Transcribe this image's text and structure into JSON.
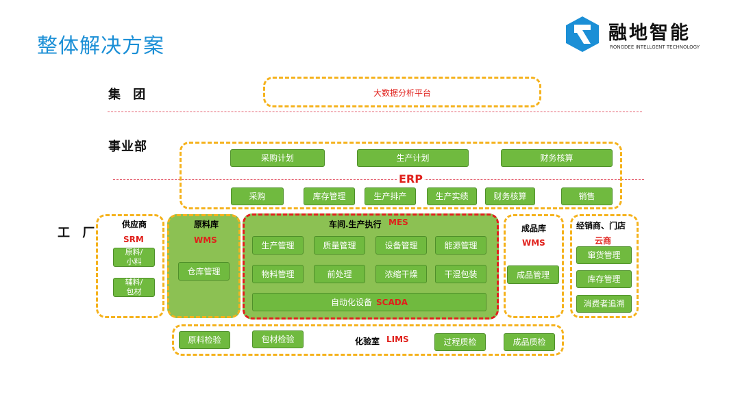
{
  "title": "整体解决方案",
  "logo": {
    "name": "融地智能",
    "subtitle": "RONGDEE INTELLGENT TECHNOLOGY",
    "color": "#1b8fd6"
  },
  "tiers": {
    "group": "集 团",
    "division": "事业部",
    "factory": "工 厂"
  },
  "group": {
    "platform": "大数据分析平台"
  },
  "erp": {
    "label": "ERP",
    "plans": [
      "采购计划",
      "生产计划",
      "财务核算"
    ],
    "modules": [
      "采购",
      "库存管理",
      "生产排产",
      "生产实绩",
      "财务核算",
      "销售"
    ]
  },
  "srm": {
    "title": "供应商",
    "system": "SRM",
    "items": [
      "原料/\n小料",
      "辅料/\n包材"
    ]
  },
  "wms_raw": {
    "title": "原料库",
    "system": "WMS",
    "items": [
      "仓库管理"
    ]
  },
  "mes": {
    "title": "车间.生产执行",
    "system": "MES",
    "items": [
      "生产管理",
      "质量管理",
      "设备管理",
      "能源管理",
      "物料管理",
      "前处理",
      "浓缩干燥",
      "干混包装"
    ],
    "scada": {
      "label": "自动化设备",
      "system": "SCADA"
    }
  },
  "wms_fin": {
    "title": "成品库",
    "system": "WMS",
    "items": [
      "成品管理"
    ]
  },
  "dealer": {
    "title": "经销商、门店",
    "system": "云商",
    "items": [
      "窜货管理",
      "库存管理",
      "消费者追溯"
    ]
  },
  "lims": {
    "title": "化验室",
    "system": "LIMS",
    "items": [
      "原料检验",
      "包材检验",
      "过程质检",
      "成品质检"
    ]
  },
  "colors": {
    "accent": "#1b8fd6",
    "green": "#70ba3f",
    "dash": "#f5b21c",
    "red": "#e0201b"
  }
}
